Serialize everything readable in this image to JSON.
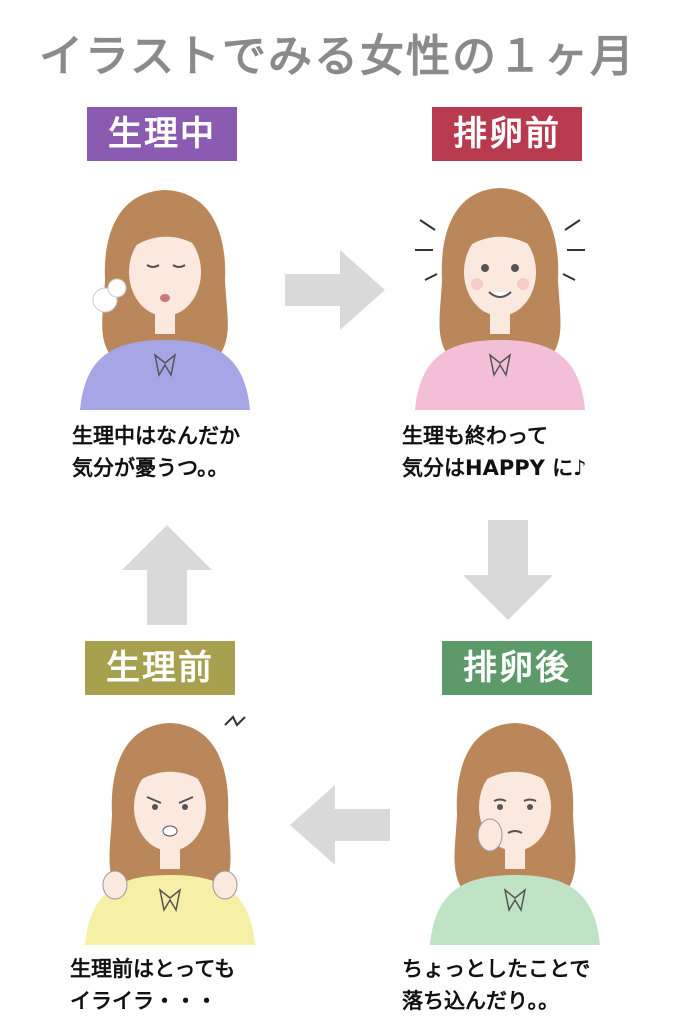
{
  "title": "イラストでみる女性の１ヶ月",
  "colors": {
    "menstruation": "#8a5bb0",
    "pre_ovulation": "#b83a4e",
    "pre_menstruation": "#a7a04e",
    "post_ovulation": "#5d9a6a",
    "arrow": "#d9d9d9",
    "hair": "#b9875a",
    "skin": "#fbe9df"
  },
  "phases": [
    {
      "id": "menstruation",
      "label": "生理中",
      "caption_line1": "生理中はなんだか",
      "caption_line2": "気分が憂うつ。。",
      "top_color": "#a6a6e6"
    },
    {
      "id": "pre_ovulation",
      "label": "排卵前",
      "caption_line1": "生理も終わって",
      "caption_line2": "気分はHAPPY に♪",
      "top_color": "#f2bfd6"
    },
    {
      "id": "pre_menstruation",
      "label": "生理前",
      "caption_line1": "生理前はとっても",
      "caption_line2": "イライラ・・・",
      "top_color": "#f6f0a6"
    },
    {
      "id": "post_ovulation",
      "label": "排卵後",
      "caption_line1": "ちょっとしたことで",
      "caption_line2": "落ち込んだり。。",
      "top_color": "#bfe3c4"
    }
  ],
  "arrows": [
    "arrow-right",
    "arrow-down",
    "arrow-left",
    "arrow-up"
  ]
}
